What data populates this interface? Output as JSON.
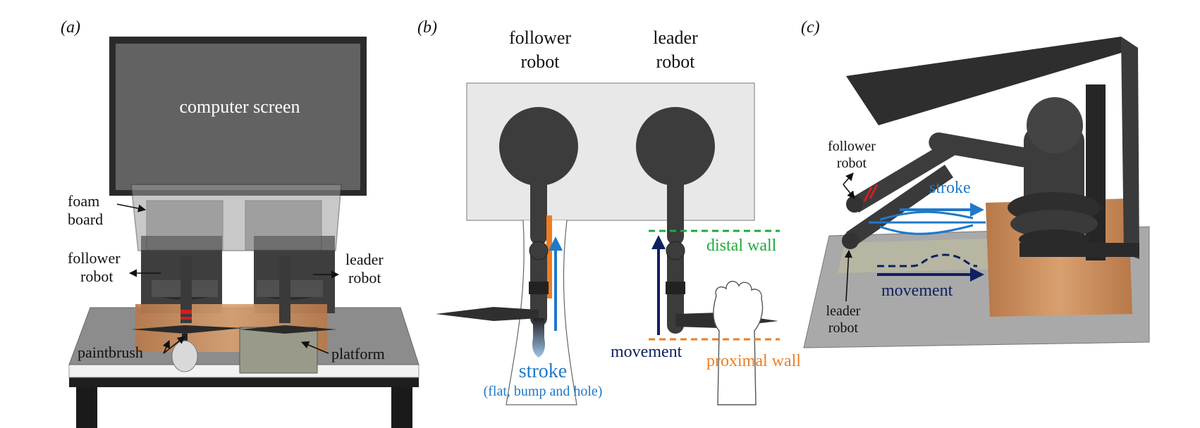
{
  "panel_a": {
    "letter": "(a)",
    "screen_label": "computer screen",
    "foam_label": [
      "foam",
      "board"
    ],
    "follower_label": [
      "follower",
      "robot"
    ],
    "leader_label": [
      "leader",
      "robot"
    ],
    "paintbrush_label": "paintbrush",
    "platform_label": "platform"
  },
  "panel_b": {
    "letter": "(b)",
    "follower_header": [
      "follower",
      "robot"
    ],
    "leader_header": [
      "leader",
      "robot"
    ],
    "distal_label": "distal wall",
    "proximal_label": "proximal wall",
    "movement_label": "movement",
    "stroke_label": "stroke",
    "stroke_sub": "(flat, bump and hole)"
  },
  "panel_c": {
    "letter": "(c)",
    "follower_label": [
      "follower",
      "robot"
    ],
    "leader_label": [
      "leader",
      "robot"
    ],
    "stroke_label": "stroke",
    "movement_label": "movement"
  },
  "colors": {
    "stroke_blue": "#1f78c8",
    "movement_navy": "#0f2060",
    "distal_green": "#1faa3c",
    "proximal_orange": "#ee7d22",
    "robot_dark": "#3a3a3a",
    "wood": "#c98a5a",
    "panel_grey": "#e8e8e8"
  }
}
